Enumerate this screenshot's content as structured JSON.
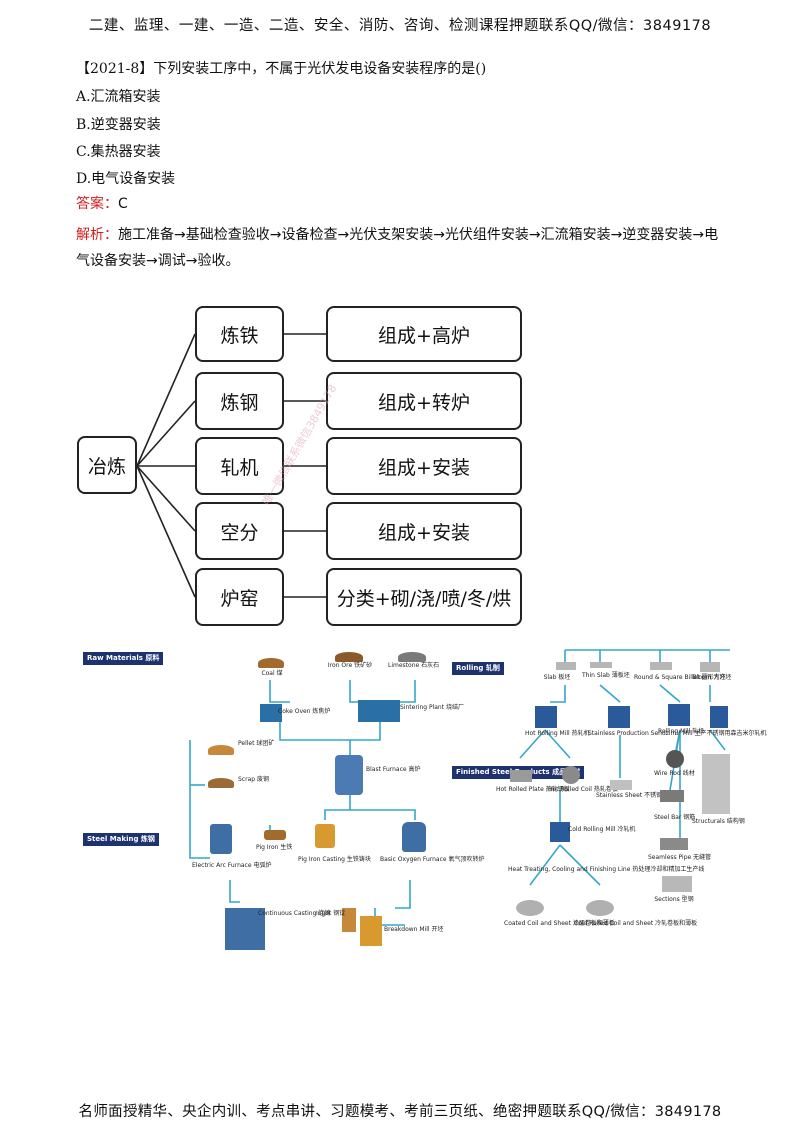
{
  "header": "二建、监理、一建、一造、二造、安全、消防、咨询、检测课程押题联系QQ/微信：3849178",
  "question": {
    "stem": "【2021-8】下列安装工序中，不属于光伏发电设备安装程序的是()",
    "options": [
      "A.汇流箱安装",
      "B.逆变器安装",
      "C.集热器安装",
      "D.电气设备安装"
    ]
  },
  "answer": {
    "label": "答案：",
    "value": "C"
  },
  "explanation": {
    "label": "解析：",
    "text": "施工准备→基础检查验收→设备检查→光伏支架安装→光伏组件安装→汇流箱安装→逆变器安装→电气设备安装→调试→验收。"
  },
  "diagram": {
    "root": "冶炼",
    "rows": [
      {
        "name": "炼铁",
        "detail": "组成+高炉"
      },
      {
        "name": "炼钢",
        "detail": "组成+转炉"
      },
      {
        "name": "轧机",
        "detail": "组成+安装"
      },
      {
        "name": "空分",
        "detail": "组成+安装"
      },
      {
        "name": "炉窑",
        "detail": "分类+砌/浇/喷/冬/烘"
      }
    ]
  },
  "steel_figure": {
    "banners": {
      "raw": "Raw Materials 原料",
      "steel": "Steel Making 炼钢",
      "rolling": "Rolling 轧制",
      "finished": "Finished Steel Products 成品钢材"
    },
    "nodes": [
      "Coal 煤",
      "Iron Ore 铁矿砂",
      "Limestone 石灰石",
      "Coke Oven 炼焦炉",
      "Sintering Plant 烧结厂",
      "Pellet 球团矿",
      "Scrap 废钢",
      "Blast Furnace 高炉",
      "Electric Arc Furnace 电弧炉",
      "Pig Iron 生铁",
      "Pig Iron Casting 生铁铸块",
      "Basic Oxygen Furnace 氧气顶吹转炉",
      "Continuous Casting 连铸",
      "Ingot 钢锭",
      "Breakdown Mill 开坯",
      "Slab 板坯",
      "Thin Slab 薄板坯",
      "Round & Square Billet 圆形方坯",
      "Bloom 大方坯",
      "Hot Rolling Mill 热轧机",
      "Stainless Production Sendzimir Mill 生产不锈钢用森吉米尔轧机",
      "Rolling Mill 轧机",
      "Hot Rolled Plate 热轧钢板",
      "Hot Rolled Coil 热轧卷板",
      "Stainless Sheet 不锈钢薄板",
      "Wire Rod 线材",
      "Steel Bar 钢筋",
      "Structurals 结构钢",
      "Cold Rolling Mill 冷轧机",
      "Seamless Pipe 无缝管",
      "Heat Treating, Cooling and Finishing Line 热处理冷却和精加工生产线",
      "Sections 型钢",
      "Coated Coil and Sheet 涂层卷板和薄板",
      "Cold Rolled Coil and Sheet 冷轧卷板和薄板"
    ]
  },
  "watermark": "唯一微信联系微信3849178",
  "footer": "名师面授精华、央企内训、考点串讲、习题模考、考前三页纸、绝密押题联系QQ/微信：3849178",
  "colors": {
    "accent_red": "#d21f1f",
    "banner_navy": "#1e3270"
  }
}
